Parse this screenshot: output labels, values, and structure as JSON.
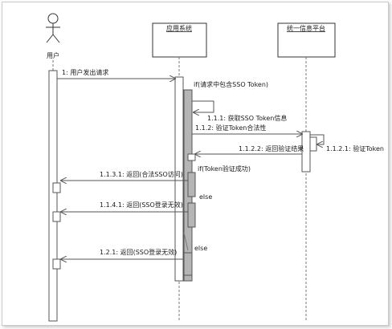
{
  "actors": {
    "user": "用户",
    "app": "应用系统",
    "platform": "统一信息平台"
  },
  "messages": {
    "m1": "1: 用户发出请求",
    "m1_1_1": "1.1.1: 获取SSO Token信息",
    "m1_1_2": "1.1.2: 验证Token合法性",
    "m1_1_2_1": "1.1.2.1: 验证Token",
    "m1_1_2_2": "1.1.2.2: 返回验证结果",
    "m1_1_3_1": "1.1.3.1: 返回(合法SSO访问)",
    "m1_1_4_1": "1.1.4.1: 返回(SSO登录无效)",
    "m1_2_1": "1.2.1: 返回(SSO登录无效)"
  },
  "conditions": {
    "c1": "if(请求中包含SSO Token)",
    "c2": "if(Token验证成功)",
    "c3": "else",
    "c4": "else"
  },
  "colors": {
    "line": "#555555",
    "activation": "#b5b5b5",
    "activation_border": "#555555",
    "box_fill": "#ffffff",
    "text": "#1a1a1a"
  }
}
